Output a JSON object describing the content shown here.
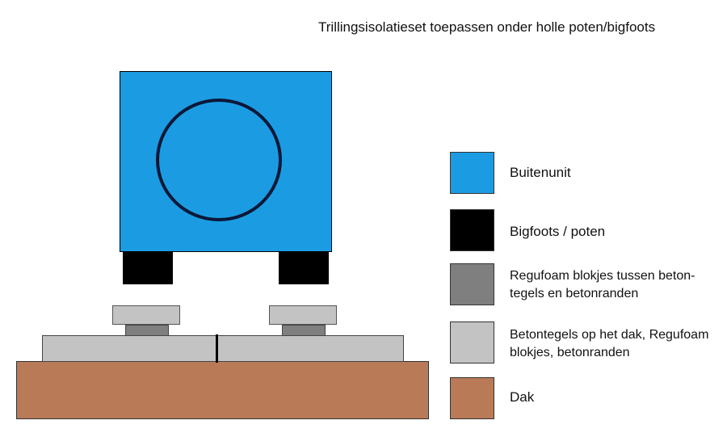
{
  "title": "Trillingsisolatieset toepassen onder holle poten/bigfoots",
  "colors": {
    "buitenunit": "#1b9ce2",
    "bigfoots": "#000000",
    "regufoam": "#7f7f7f",
    "betontegels": "#c3c3c3",
    "dak": "#b97a57",
    "fan_ring": "#0b1838"
  },
  "legend": [
    {
      "key": "buitenunit",
      "lines": [
        "Buitenunit"
      ]
    },
    {
      "key": "bigfoots",
      "lines": [
        "Bigfoots / poten"
      ]
    },
    {
      "key": "regufoam",
      "lines": [
        "Regufoam blokjes tussen beton-",
        "tegels en betonranden"
      ]
    },
    {
      "key": "betontegels",
      "lines": [
        "Betontegels op het dak, Regufoam",
        "blokjes, betonranden"
      ]
    },
    {
      "key": "dak",
      "lines": [
        "Dak"
      ]
    }
  ]
}
